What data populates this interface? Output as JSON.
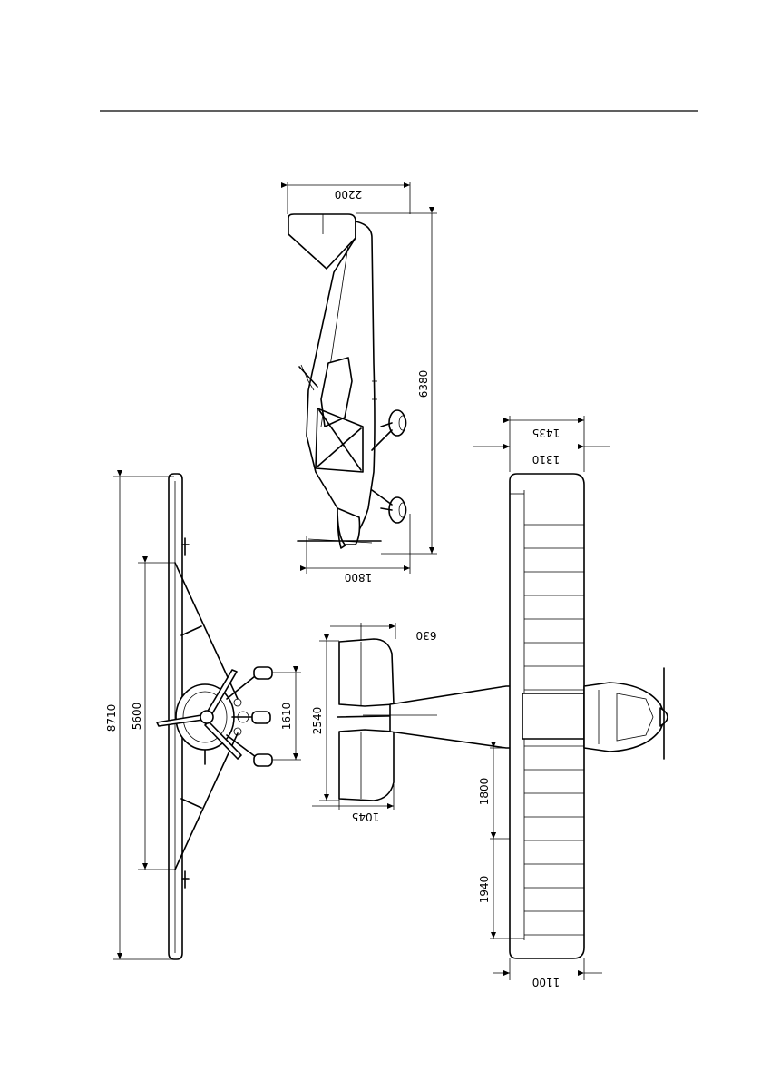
{
  "dimensions": {
    "wingspan": "8710",
    "strut_span": "5600",
    "main_gear_track": "1610",
    "stab_span": "2540",
    "stab_chord": "1045",
    "elevator_offset": "630",
    "height": "2200",
    "length": "6380",
    "float_base": "1800",
    "wing_chord_outer": "1435",
    "wing_chord": "1310",
    "flap_span": "1800",
    "aileron_span": "1940",
    "wing_tip_chord": "1100"
  }
}
